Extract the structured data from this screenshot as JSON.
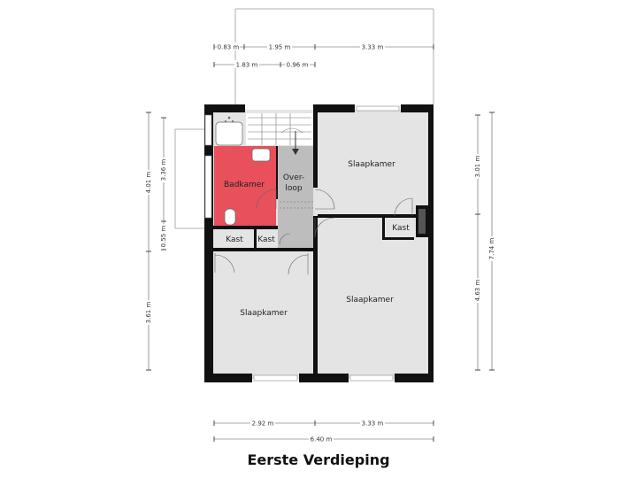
{
  "title": "Eerste Verdieping",
  "rooms": {
    "slaapkamer_tr": "Slaapkamer",
    "slaapkamer_br": "Slaapkamer",
    "slaapkamer_bl": "Slaapkamer",
    "badkamer": "Badkamer",
    "overloop_1": "Over-",
    "overloop_2": "loop",
    "kast_1": "Kast",
    "kast_2": "Kast",
    "kast_3": "Kast"
  },
  "dimensions": {
    "top_0_83": "0.83 m",
    "top_1_95": "1.95 m",
    "top_3_33": "3.33 m",
    "top_1_83": "1.83 m",
    "top_0_96": "0.96 m",
    "left_4_01": "4.01 m",
    "left_3_36": "3.36 m",
    "left_0_55": "0.55 m",
    "left_3_61": "3.61 m",
    "right_3_01": "3.01 m",
    "right_4_63": "4.63 m",
    "right_7_74": "7.74 m",
    "bottom_2_92": "2.92 m",
    "bottom_3_33": "3.33 m",
    "bottom_6_40": "6.40 m"
  },
  "colors": {
    "wall": "#111111",
    "floor": "#e4e4e4",
    "bathroom": "#e8505b",
    "landing": "#bdbdbd",
    "dimension_line": "#555555"
  }
}
